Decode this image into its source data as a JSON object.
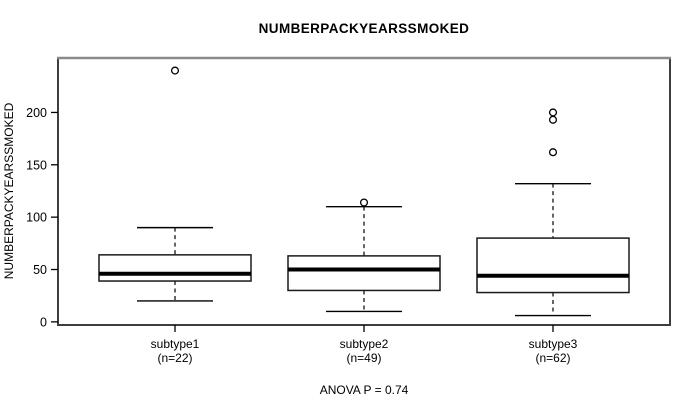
{
  "chart_data": {
    "type": "boxplot",
    "title": "NUMBERPACKYEARSSMOKED",
    "ylabel": "NUMBERPACKYEARSSMOKED",
    "xlabel": "",
    "annotation": "ANOVA P = 0.74",
    "yticks": [
      0,
      50,
      100,
      150,
      200
    ],
    "ylim": [
      -3,
      252
    ],
    "grid": false,
    "legend": "none",
    "categories": [
      "subtype1",
      "subtype2",
      "subtype3"
    ],
    "groups": [
      {
        "label": "subtype1",
        "sublabel": "(n=22)",
        "n": 22,
        "whisker_low": 20,
        "q1": 39,
        "median": 46,
        "q3": 64,
        "whisker_high": 90,
        "outliers": [
          240
        ]
      },
      {
        "label": "subtype2",
        "sublabel": "(n=49)",
        "n": 49,
        "whisker_low": 10,
        "q1": 30,
        "median": 50,
        "q3": 63,
        "whisker_high": 110,
        "outliers": [
          114
        ]
      },
      {
        "label": "subtype3",
        "sublabel": "(n=62)",
        "n": 62,
        "whisker_low": 6,
        "q1": 28,
        "median": 44,
        "q3": 80,
        "whisker_high": 132,
        "outliers": [
          162,
          193,
          200
        ]
      }
    ],
    "colors": {
      "stroke": "#000000",
      "box_fill": "#ffffff",
      "border": "#3d3d3d",
      "background": "#ffffff"
    }
  }
}
